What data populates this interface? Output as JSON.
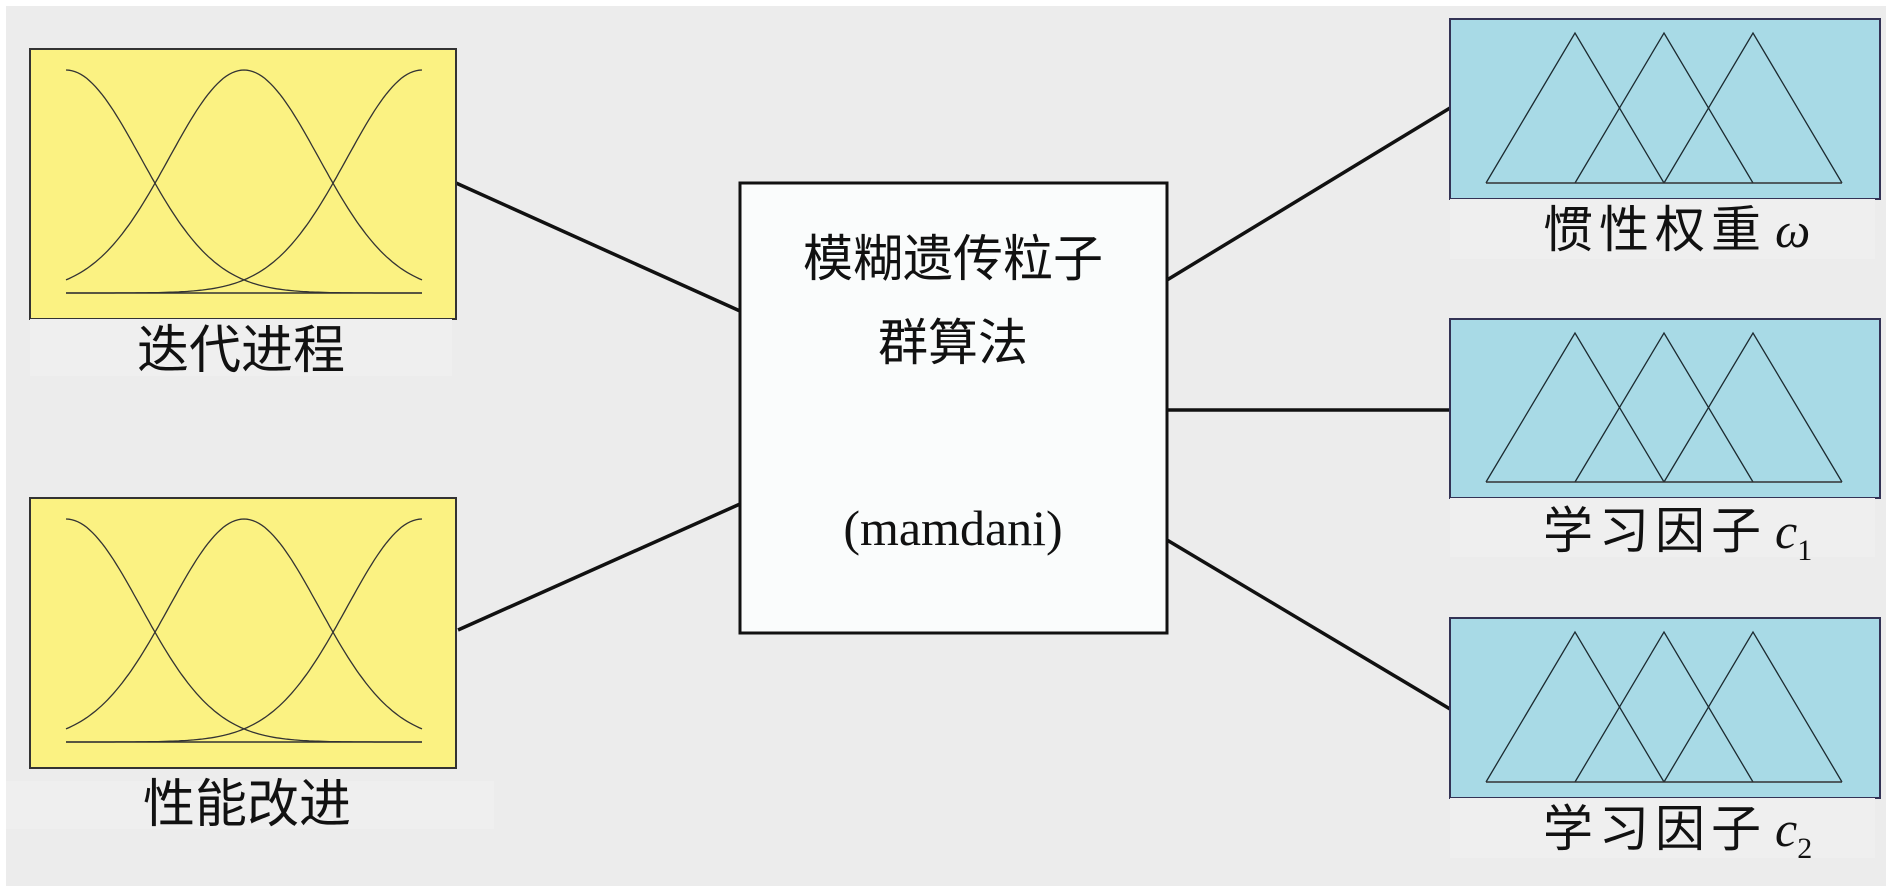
{
  "inputs": [
    {
      "label": "迭代进程",
      "mf_type": "gaussian",
      "mf_count": 3
    },
    {
      "label": "性能改进",
      "mf_type": "gaussian",
      "mf_count": 3
    }
  ],
  "system": {
    "title_line1": "模糊遗传粒子",
    "title_line2": "群算法",
    "type": "(mamdani)"
  },
  "outputs": [
    {
      "label": "惯性权重",
      "symbol": "ω",
      "subscript": "",
      "mf_type": "triangular",
      "mf_count": 3
    },
    {
      "label": "学习因子",
      "symbol": "c",
      "subscript": "1",
      "mf_type": "triangular",
      "mf_count": 3
    },
    {
      "label": "学习因子",
      "symbol": "c",
      "subscript": "2",
      "mf_type": "triangular",
      "mf_count": 3
    }
  ],
  "colors": {
    "background": "#ececec",
    "input_fill": "#fbf282",
    "output_fill": "#a8dae6",
    "system_fill": "#fafcfc",
    "line": "#111111"
  }
}
